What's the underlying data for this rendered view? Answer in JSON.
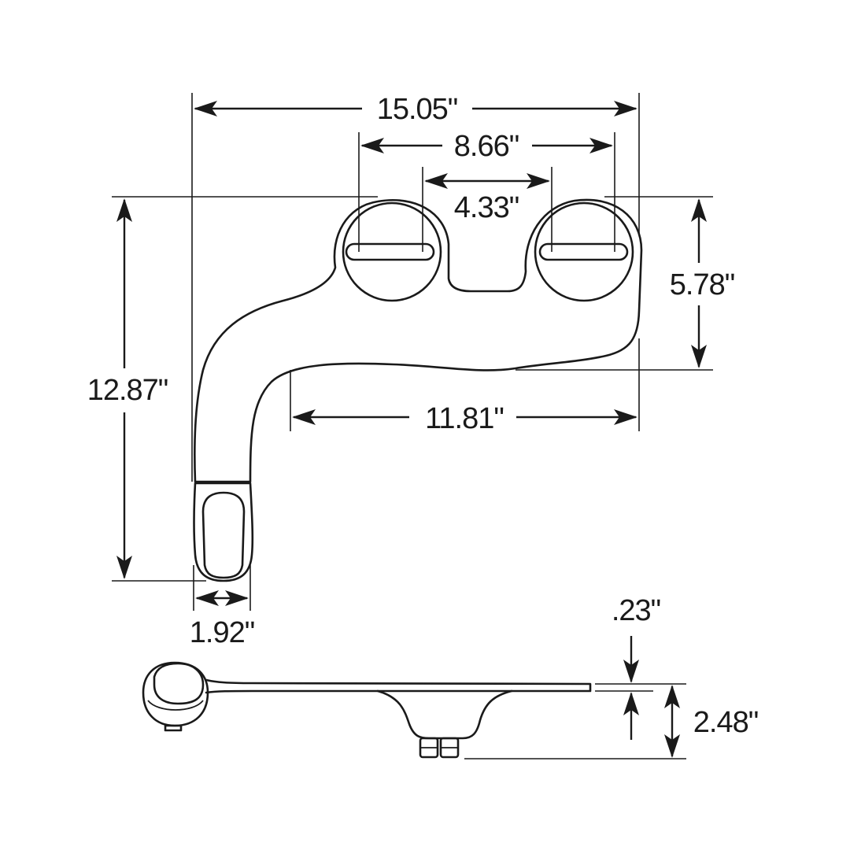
{
  "dimensions": {
    "overall_width": "15.05\"",
    "mount_outer_spacing": "8.66\"",
    "mount_inner_spacing": "4.33\"",
    "overall_height": "12.87\"",
    "mount_depth": "5.78\"",
    "arm_length": "11.81\"",
    "nozzle_width": "1.92\"",
    "plate_thickness": ".23\"",
    "side_height": "2.48\""
  }
}
